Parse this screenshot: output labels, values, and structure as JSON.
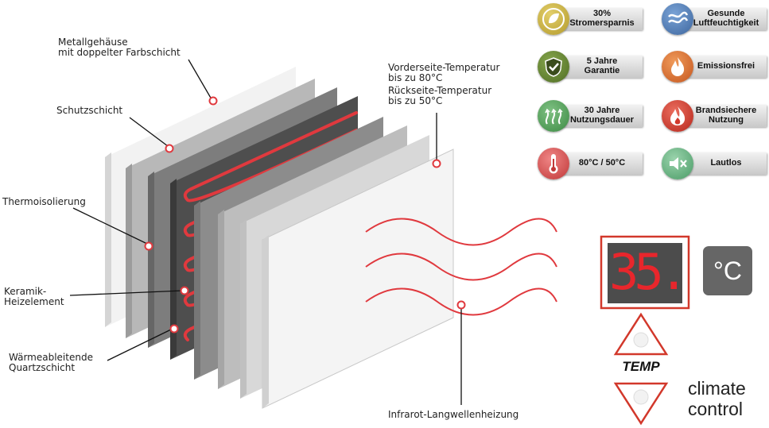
{
  "labels": {
    "metall": [
      "Metallgehäuse",
      "mit doppelter Farbschicht"
    ],
    "schutz": "Schutzschicht",
    "thermo": "Thermoisolierung",
    "keramik": [
      "Keramik-",
      "Heizelement"
    ],
    "waerme": [
      "Wärmeableitende",
      "Quartzschicht"
    ],
    "vorderseite": [
      "Vorderseite-Temperatur",
      "bis zu 80°C"
    ],
    "rueckseite": [
      "Rückseite-Temperatur",
      "bis zu 50°C"
    ],
    "infrarot": "Infrarot-Langwellenheizung"
  },
  "features": [
    {
      "text": [
        "30%",
        "Stromersparnis"
      ],
      "icon": "leaf-icon",
      "color": "#c9b34a"
    },
    {
      "text": [
        "Gesunde",
        "Luftfeuchtigkeit"
      ],
      "icon": "humidity-wave-icon",
      "color": "#4d78b3"
    },
    {
      "text": [
        "5 Jahre",
        "Garantie"
      ],
      "icon": "shield-check-icon",
      "color": "#5f7f2f"
    },
    {
      "text": [
        "Emissionsfrei"
      ],
      "icon": "flame-icon",
      "color": "#d96a2a"
    },
    {
      "text": [
        "30 Jahre",
        "Nutzungsdauer"
      ],
      "icon": "heat-waves-icon",
      "color": "#4b9a50"
    },
    {
      "text": [
        "Brandsiechere",
        "Nutzung"
      ],
      "icon": "fire-icon",
      "color": "#d2382b"
    },
    {
      "text": [
        "80°C / 50°C"
      ],
      "icon": "thermometer-icon",
      "color": "#d04b4b"
    },
    {
      "text": [
        "Lautlos"
      ],
      "icon": "mute-speaker-icon",
      "color": "#5fae7a"
    }
  ],
  "thermostat": {
    "display": "35.",
    "unit": "°C",
    "temp_label": "TEMP",
    "climate": [
      "climate",
      "control"
    ]
  },
  "colors": {
    "accent": "#e0393e",
    "display_red": "#e8262c",
    "label_text": "#222222"
  }
}
